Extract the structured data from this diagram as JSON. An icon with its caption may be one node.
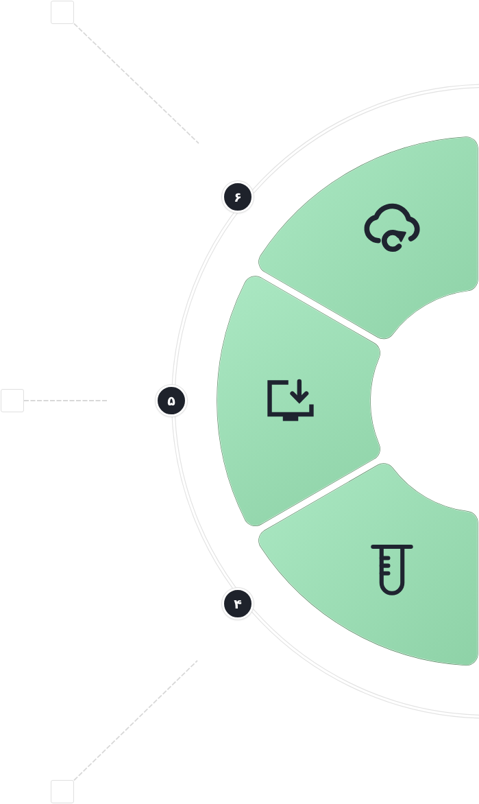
{
  "diagram": {
    "nodes": [
      {
        "text": [],
        "shape": "box"
      },
      {
        "text": [
          "۶"
        ]
      },
      {
        "text": [],
        "shape": "sector"
      },
      {
        "text": [],
        "shape": "box"
      },
      {
        "text": [
          "۵"
        ]
      },
      {
        "text": [],
        "shape": "sector"
      },
      {
        "text": [],
        "shape": "sector"
      },
      {
        "text": [
          "۴"
        ]
      },
      {
        "text": [],
        "shape": "box"
      }
    ],
    "edges": [
      {
        "from": 0,
        "to": null,
        "arrow": "none",
        "style": "dashed"
      },
      {
        "from": 3,
        "to": null,
        "arrow": "none",
        "style": "dashed"
      },
      {
        "from": 8,
        "to": null,
        "arrow": "none",
        "style": "dashed"
      }
    ]
  }
}
